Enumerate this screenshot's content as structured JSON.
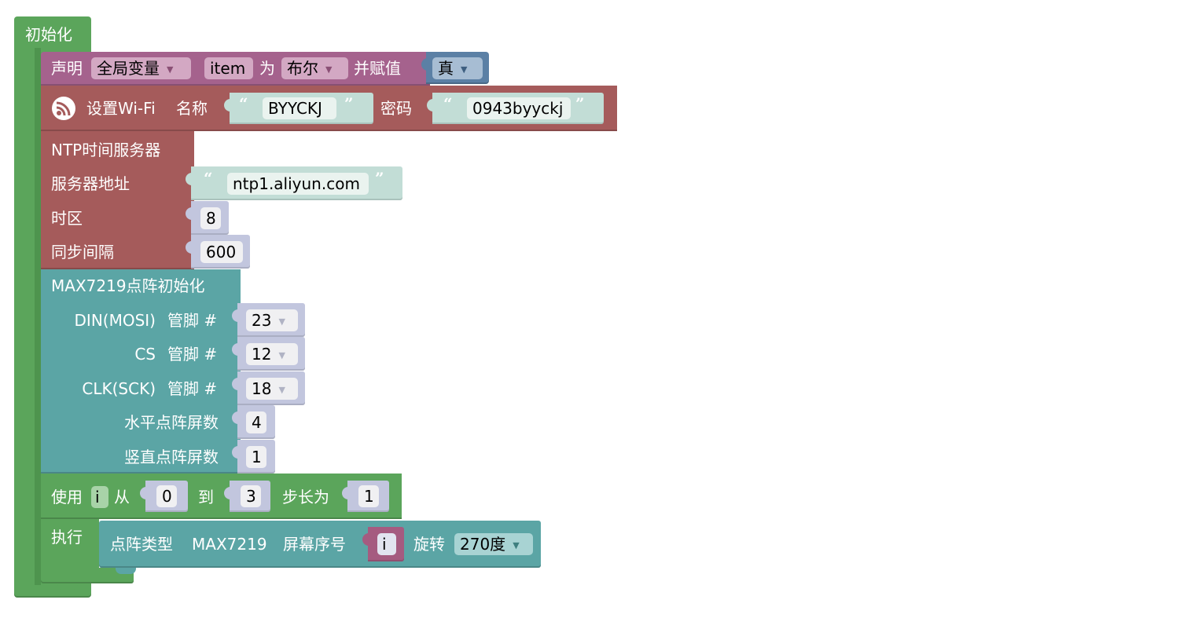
{
  "colors": {
    "init_green": "#5ba55b",
    "declare_purple": "#a5628d",
    "wifi_red": "#a55b5b",
    "max_teal": "#5ba5a5",
    "bool_blue": "#5b80a5",
    "text_socket": "#c2ddd6",
    "number_socket": "#c2c6de"
  },
  "setup": {
    "label": "初始化"
  },
  "declare": {
    "label": "声明",
    "scope": "全局变量",
    "var_name": "item",
    "as_label": "为",
    "type": "布尔",
    "assign_label": "并赋值",
    "value": "真"
  },
  "wifi": {
    "icon": "wifi-signal-icon",
    "label": "设置Wi-Fi",
    "name_label": "名称",
    "ssid": "BYYCKJ",
    "password_label": "密码",
    "password": "0943byyckj",
    "quote_open": "“",
    "quote_close": "”"
  },
  "ntp": {
    "title": "NTP时间服务器",
    "server_label": "服务器地址",
    "server": "ntp1.aliyun.com",
    "timezone_label": "时区",
    "timezone": "8",
    "interval_label": "同步间隔",
    "interval": "600"
  },
  "max7219": {
    "title": "MAX7219点阵初始化",
    "din_label": "DIN(MOSI)",
    "cs_label": "CS",
    "clk_label": "CLK(SCK)",
    "pin_label": "管脚 #",
    "din_pin": "23",
    "cs_pin": "12",
    "clk_pin": "18",
    "h_count_label": "水平点阵屏数",
    "h_count": "4",
    "v_count_label": "竖直点阵屏数",
    "v_count": "1"
  },
  "loop": {
    "use_label": "使用",
    "var": "i",
    "from_label": "从",
    "from": "0",
    "to_label": "到",
    "to": "3",
    "step_label": "步长为",
    "step": "1",
    "do_label": "执行"
  },
  "rotate": {
    "type_label": "点阵类型",
    "type_value": "MAX7219",
    "screen_label": "屏幕序号",
    "screen_var": "i",
    "rotate_label": "旋转",
    "angle": "270度"
  }
}
